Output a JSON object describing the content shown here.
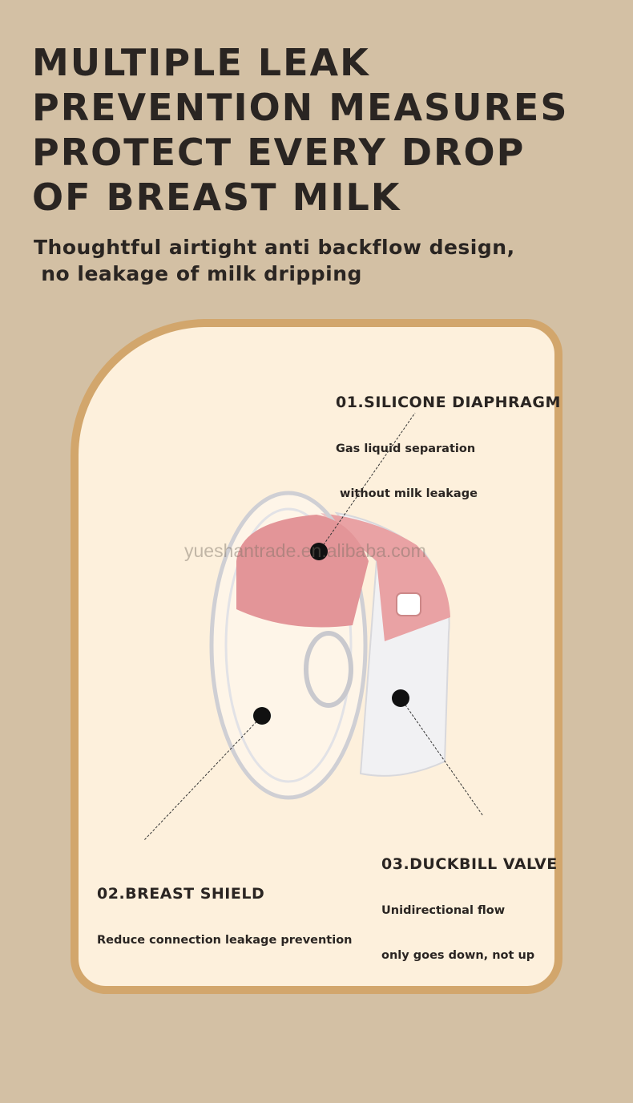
{
  "headline": [
    "MULTIPLE LEAK",
    "PREVENTION MEASURES",
    "PROTECT EVERY DROP",
    "OF BREAST MILK"
  ],
  "subheadline": [
    "Thoughtful airtight anti backflow design,",
    " no leakage of milk dripping"
  ],
  "callouts": [
    {
      "title": "01.SILICONE DIAPHRAGM",
      "lines": [
        "Gas liquid separation",
        " without milk leakage"
      ]
    },
    {
      "title": "02.BREAST SHIELD",
      "lines": [
        "Reduce connection leakage prevention"
      ]
    },
    {
      "title": "03.DUCKBILL VALVE",
      "lines": [
        "Unidirectional flow",
        "only goes down, not up"
      ]
    }
  ],
  "watermark": "yueshantrade.en.alibaba.com",
  "colors": {
    "background": "#d3c0a4",
    "panel": "#fdf0dc",
    "panel_border": "#d2a66c",
    "accent_pink": "#e8a3a3",
    "text": "#2a2522"
  }
}
